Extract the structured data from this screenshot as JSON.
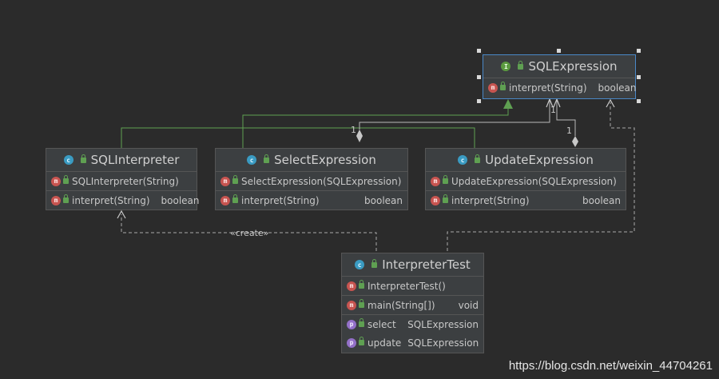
{
  "classes": {
    "sqlexpression": {
      "badge": "I",
      "title": "SQLExpression",
      "methods": [
        {
          "badge": "m",
          "name": "interpret(String)",
          "type": "boolean"
        }
      ]
    },
    "sqlinterpreter": {
      "badge": "c",
      "title": "SQLInterpreter",
      "constructors": [
        {
          "badge": "m",
          "name": "SQLInterpreter(String)",
          "type": ""
        }
      ],
      "methods": [
        {
          "badge": "m",
          "name": "interpret(String)",
          "type": "boolean"
        }
      ]
    },
    "selectexpression": {
      "badge": "c",
      "title": "SelectExpression",
      "constructors": [
        {
          "badge": "m",
          "name": "SelectExpression(SQLExpression)",
          "type": ""
        }
      ],
      "methods": [
        {
          "badge": "m",
          "name": "interpret(String)",
          "type": "boolean"
        }
      ]
    },
    "updateexpression": {
      "badge": "c",
      "title": "UpdateExpression",
      "constructors": [
        {
          "badge": "m",
          "name": "UpdateExpression(SQLExpression)",
          "type": ""
        }
      ],
      "methods": [
        {
          "badge": "m",
          "name": "interpret(String)",
          "type": "boolean"
        }
      ]
    },
    "interpretertest": {
      "badge": "c",
      "title": "InterpreterTest",
      "constructors": [
        {
          "badge": "m",
          "name": "InterpreterTest()",
          "type": ""
        }
      ],
      "methods": [
        {
          "badge": "m",
          "name": "main(String[])",
          "type": "void"
        }
      ],
      "fields": [
        {
          "badge": "p",
          "name": "select",
          "type": "SQLExpression"
        },
        {
          "badge": "p",
          "name": "update",
          "type": "SQLExpression"
        }
      ]
    }
  },
  "labels": {
    "creates": "«create»",
    "mult_select": "1",
    "mult_update": "1"
  },
  "watermark": "https://blog.csdn.net/weixin_44704261",
  "colors": {
    "background": "#2b2b2b",
    "implements": "#5fa052",
    "dependency": "#b0b0b0",
    "selection": "#4a88c7"
  }
}
